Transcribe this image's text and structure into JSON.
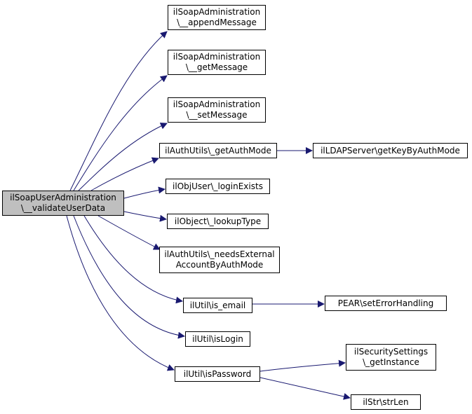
{
  "colors": {
    "edge": "#191970",
    "node_border": "#000000",
    "node_fill": "#ffffff",
    "root_fill": "#bfbfbf"
  },
  "nodes": [
    {
      "id": "root",
      "lines": [
        "ilSoapUserAdministration",
        "\\__validateUserData"
      ],
      "root": true
    },
    {
      "id": "append",
      "lines": [
        "ilSoapAdministration",
        "\\__appendMessage"
      ]
    },
    {
      "id": "getmsg",
      "lines": [
        "ilSoapAdministration",
        "\\__getMessage"
      ]
    },
    {
      "id": "setmsg",
      "lines": [
        "ilSoapAdministration",
        "\\__setMessage"
      ]
    },
    {
      "id": "getauth",
      "lines": [
        "ilAuthUtils\\_getAuthMode"
      ]
    },
    {
      "id": "ldap",
      "lines": [
        "ilLDAPServer\\getKeyByAuthMode"
      ]
    },
    {
      "id": "login",
      "lines": [
        "ilObjUser\\_loginExists"
      ]
    },
    {
      "id": "lookup",
      "lines": [
        "ilObject\\_lookupType"
      ]
    },
    {
      "id": "needs",
      "lines": [
        "ilAuthUtils\\_needsExternal",
        "AccountByAuthMode"
      ]
    },
    {
      "id": "email",
      "lines": [
        "ilUtil\\is_email"
      ]
    },
    {
      "id": "pear",
      "lines": [
        "PEAR\\setErrorHandling"
      ]
    },
    {
      "id": "islogin",
      "lines": [
        "ilUtil\\isLogin"
      ]
    },
    {
      "id": "ispass",
      "lines": [
        "ilUtil\\isPassword"
      ]
    },
    {
      "id": "secset",
      "lines": [
        "ilSecuritySettings",
        "\\_getInstance"
      ]
    },
    {
      "id": "strlen",
      "lines": [
        "ilStr\\strLen"
      ]
    }
  ],
  "edges": [
    {
      "from": "root",
      "to": "append"
    },
    {
      "from": "root",
      "to": "getmsg"
    },
    {
      "from": "root",
      "to": "setmsg"
    },
    {
      "from": "root",
      "to": "getauth"
    },
    {
      "from": "root",
      "to": "login"
    },
    {
      "from": "root",
      "to": "lookup"
    },
    {
      "from": "root",
      "to": "needs"
    },
    {
      "from": "root",
      "to": "email"
    },
    {
      "from": "root",
      "to": "islogin"
    },
    {
      "from": "root",
      "to": "ispass"
    },
    {
      "from": "getauth",
      "to": "ldap"
    },
    {
      "from": "email",
      "to": "pear"
    },
    {
      "from": "ispass",
      "to": "secset"
    },
    {
      "from": "ispass",
      "to": "strlen"
    }
  ]
}
